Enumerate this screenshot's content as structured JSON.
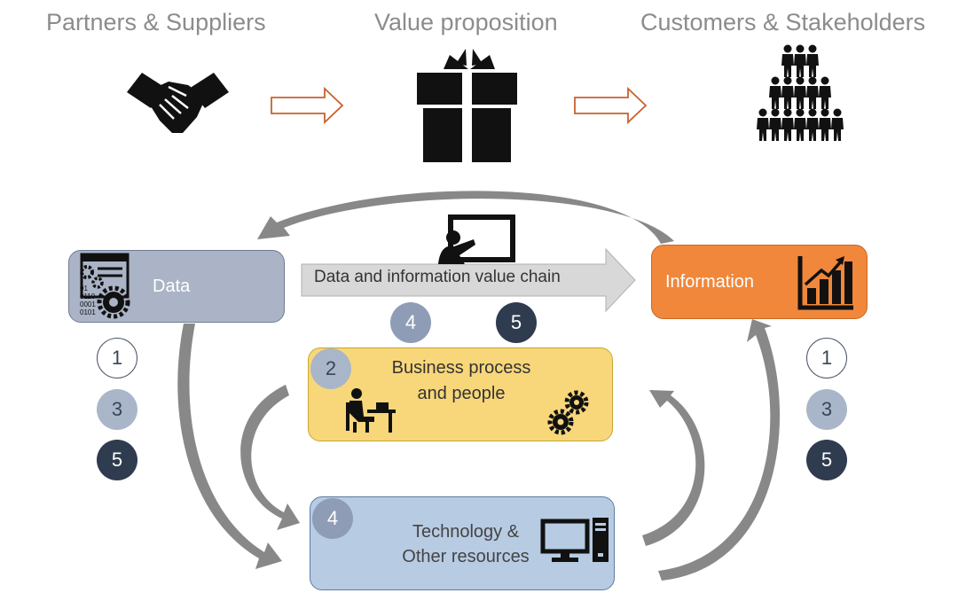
{
  "headings": {
    "partners": "Partners & Suppliers",
    "value": "Value proposition",
    "customers": "Customers & Stakeholders"
  },
  "boxes": {
    "data": "Data",
    "information": "Information",
    "chain": "Data and information value chain",
    "business_line1": "Business process",
    "business_line2": "and people",
    "technology_line1": "Technology &",
    "technology_line2": "Other resources"
  },
  "data_icon_digits": [
    "01",
    "0110",
    "0001",
    "0101"
  ],
  "badges": {
    "left": [
      "1",
      "3",
      "5"
    ],
    "right": [
      "1",
      "3",
      "5"
    ],
    "chain": [
      "4",
      "5"
    ],
    "business": "2",
    "technology": "4"
  },
  "colors": {
    "heading": "#8c8c8c",
    "arrow_outline": "#c8622e",
    "data_box": "#aab4c6",
    "information_box": "#f0873a",
    "business_box": "#f8d77a",
    "technology_box": "#b7cbe3",
    "chain_arrow": "#d8d8d8",
    "curved_arrows": "#888888"
  },
  "icons": [
    "handshake-icon",
    "gift-icon",
    "crowd-icon",
    "presentation-icon",
    "data-gears-icon",
    "bar-chart-icon",
    "desk-worker-icon",
    "gears-icon",
    "computer-icon"
  ]
}
